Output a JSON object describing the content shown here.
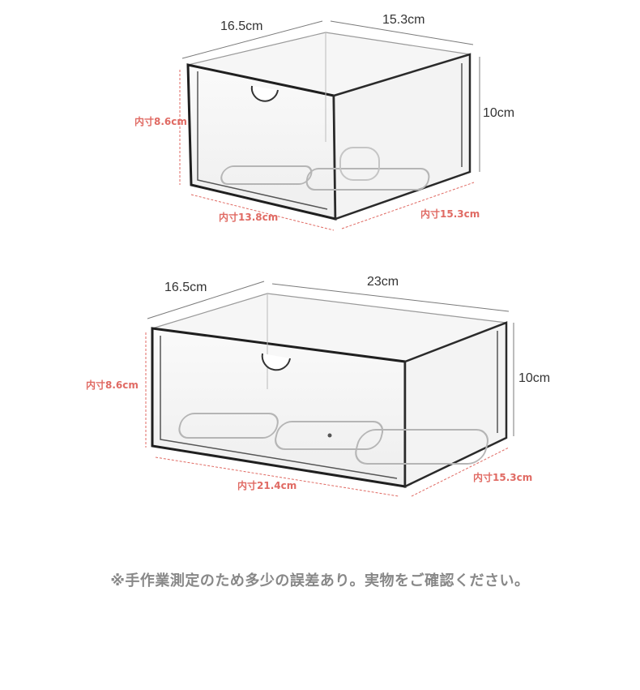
{
  "box1": {
    "width_label": "16.5cm",
    "depth_label": "15.3cm",
    "height_label": "10cm",
    "inner_height_label": "内寸8.6cm",
    "inner_width_label": "内寸13.8cm",
    "inner_depth_label": "内寸15.3cm"
  },
  "box2": {
    "width_label": "16.5cm",
    "depth_label": "23cm",
    "height_label": "10cm",
    "inner_height_label": "内寸8.6cm",
    "inner_width_label": "内寸21.4cm",
    "inner_depth_label": "内寸15.3cm"
  },
  "note": "※手作業測定のため多少の誤差あり。実物をご確認ください。",
  "colors": {
    "dim_line": "#7a7a7a",
    "inner_dim_line": "#e06a63",
    "inner_label": "#e06a63",
    "frame": "#1f1f1f",
    "note": "#888888"
  }
}
